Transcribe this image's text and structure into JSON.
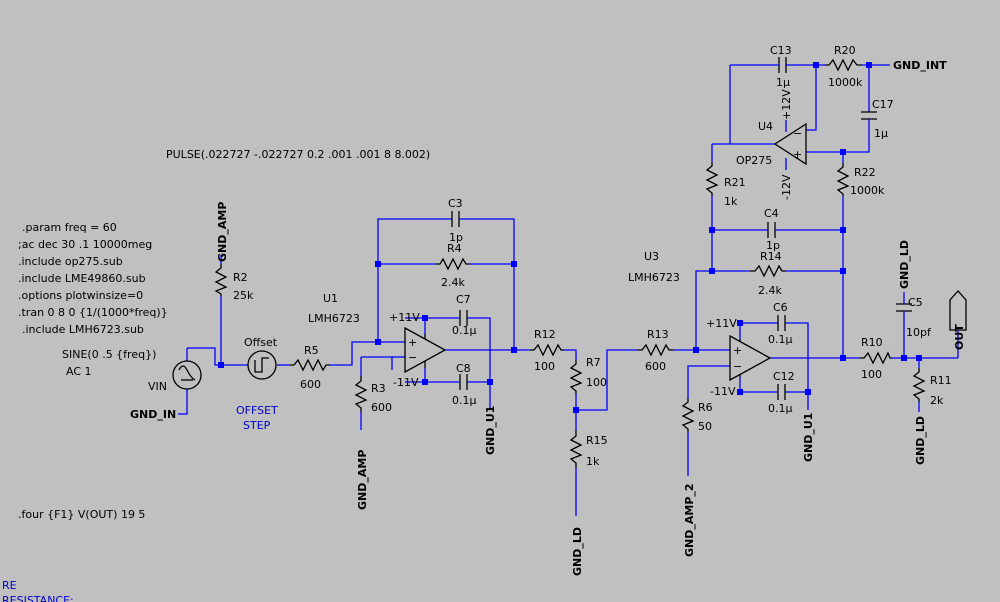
{
  "directives": {
    "param": ".param freq = 60",
    "ac": ";ac dec 30 .1 10000meg",
    "inc_op275": ".include op275.sub",
    "inc_lme": ".include LME49860.sub",
    "options": ".options plotwinsize=0",
    "tran": ".tran 0 8 0 {1/(1000*freq)}",
    "inc_lmh": ".include LMH6723.sub",
    "four": ".four {F1} V(OUT) 19 5",
    "pulse": "PULSE(.022727 -.022727 0.2 .001 .001 8 8.002)",
    "note_re": "RE",
    "note_resistance": "RESISTANCE:"
  },
  "sources": {
    "vin_sine": "SINE(0 .5 {freq})",
    "vin_ac": "AC 1",
    "vin_name": "VIN",
    "offset_name": "Offset",
    "offset_note_1": "OFFSET",
    "offset_note_2": "STEP"
  },
  "components": {
    "R2": {
      "name": "R2",
      "value": "25k"
    },
    "R5": {
      "name": "R5",
      "value": "600"
    },
    "R3": {
      "name": "R3",
      "value": "600"
    },
    "C3": {
      "name": "C3",
      "value": "1p"
    },
    "R4": {
      "name": "R4",
      "value": "2.4k"
    },
    "C7": {
      "name": "C7",
      "value": "0.1µ"
    },
    "C8": {
      "name": "C8",
      "value": "0.1µ"
    },
    "U1": {
      "name": "U1",
      "model": "LMH6723"
    },
    "R12": {
      "name": "R12",
      "value": "100"
    },
    "R7": {
      "name": "R7",
      "value": "100"
    },
    "R15": {
      "name": "R15",
      "value": "1k"
    },
    "R13": {
      "name": "R13",
      "value": "600"
    },
    "R6": {
      "name": "R6",
      "value": "50"
    },
    "U3": {
      "name": "U3",
      "model": "LMH6723"
    },
    "C4": {
      "name": "C4",
      "value": "1p"
    },
    "R14": {
      "name": "R14",
      "value": "2.4k"
    },
    "C6": {
      "name": "C6",
      "value": "0.1µ"
    },
    "C12": {
      "name": "C12",
      "value": "0.1µ"
    },
    "R10": {
      "name": "R10",
      "value": "100"
    },
    "C5": {
      "name": "C5",
      "value": "10pf"
    },
    "R11": {
      "name": "R11",
      "value": "2k"
    },
    "C13": {
      "name": "C13",
      "value": "1µ"
    },
    "R20": {
      "name": "R20",
      "value": "1000k"
    },
    "C17": {
      "name": "C17",
      "value": "1µ"
    },
    "U4": {
      "name": "U4",
      "model": "OP275"
    },
    "R21": {
      "name": "R21",
      "value": "1k"
    },
    "R22": {
      "name": "R22",
      "value": "1000k"
    }
  },
  "nets": {
    "gnd_amp": "GND_AMP",
    "gnd_in": "GND_IN",
    "gnd_u1": "GND_U1",
    "gnd_ld": "GND_LD",
    "gnd_amp_2": "GND_AMP_2",
    "gnd_int": "GND_INT",
    "out": "OUT",
    "pos11": "+11V",
    "neg11": "-11V",
    "pos12": "+12V",
    "neg12": "-12V",
    "plus": "+",
    "minus": "−"
  }
}
